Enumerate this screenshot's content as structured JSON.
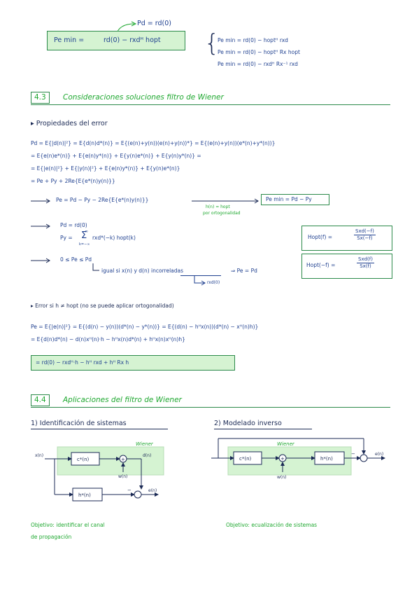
{
  "top": {
    "pd_label": "Pd = rd(0)",
    "box_lhs": "Pe min =",
    "box_rhs": "rd(0) − rxdᴴ hopt",
    "alt1": "Pe min = rd(0) − hoptᴴ rxd",
    "alt2": "Pe min = rd(0) − hoptᴴ Rx hopt",
    "alt3": "Pe min = rd(0) − rxdᴴ Rx⁻¹ rxd"
  },
  "s43": {
    "number": "4.3",
    "title": "Consideraciones soluciones filtro de Wiener",
    "bullet": "▸ Propiedades del error",
    "l1": "Pd = E{|d(n)|²} = E{d(n)d*(n)} = E{(e(n)+y(n))(e(n)+y(n))*} = E{(e(n)+y(n))(e*(n)+y*(n))}",
    "l2": "= E{e(n)e*(n)} + E{e(n)y*(n)} + E{y(n)e*(n)} + E{y(n)y*(n)} =",
    "l3": "= E{|e(n)|²} + E{|y(n)|²} + E{e(n)y*(n)} + E{y(n)e*(n)}",
    "l4": "= Pe + Py + 2Re{E{e*(n)y(n)}}",
    "a1_lhs": "Pe = Pd − Py − 2Re{E{e*(n)y(n)}}",
    "a1_note1": "h(n) = hopt",
    "a1_note2": "por ortogonalidad",
    "a1_box": "Pe min = Pd − Py",
    "a2_l1": "Pd = rd(0)",
    "a2_l2_lhs": "Py =",
    "a2_sum_top": "∞",
    "a2_sum_sym": "Σ",
    "a2_sum_bot": "k=−∞",
    "a2_l2_rhs": "rxd*(−k) hopt(k)",
    "hopt1_lhs": "Hopt(f) =",
    "hopt1_num": "Sxd(−f)",
    "hopt1_den": "Sx(−f)",
    "hopt2_lhs": "Hopt(−f) =",
    "hopt2_num": "Sxd(f)",
    "hopt2_den": "Sx(f)",
    "a3": "0 ≤ Pe ≤ Pd",
    "a3_note": "igual si x(n) y d(n) incorreladas",
    "a3_result": "⇒ Pe = Pd",
    "a3_sub": "rxd(0)",
    "bullet2": "▸ Error si h ≠ hopt (no se puede aplicar ortogonalidad)",
    "e1": "Pe = E{|e(n)|²} = E{(d(n) − y(n))(d*(n) − y*(n))} = E{(d(n) − hᴴx(n))(d*(n) − xᴴ(n)h)}",
    "e2": "= E{d(n)d*(n) − d(n)xᴴ(n)·h − hᴴx(n)d*(n) + hᴴx(n)xᴴ(n)h}",
    "e3": "= rd(0) − rxdᴴ·h − hᴴ rxd + hᴴ Rx h"
  },
  "s44": {
    "number": "4.4",
    "title": "Aplicaciones del filtro de Wiener",
    "sub1": "1) Identificación de sistemas",
    "sub2": "2) Modelado inverso",
    "d1": {
      "wiener": "Wiener",
      "xin": "x(n)",
      "c": "c*(n)",
      "plus": "+",
      "dn": "d(n)",
      "wn": "w(n)",
      "h": "h*(n)",
      "minus": "−",
      "en": "e(n)"
    },
    "d2": {
      "wiener": "Wiener",
      "c": "c*(n)",
      "plus": "+",
      "wn": "w(n)",
      "h": "h*(n)",
      "minus": "−",
      "en": "e(n)"
    },
    "obj1_l1": "Objetivo: identificar el canal",
    "obj1_l2": "de propagación",
    "obj2": "Objetivo: ecualización de sistemas"
  },
  "colors": {
    "ink_blue": "#1e3f8f",
    "ink_green": "#1fa830",
    "highlight_green": "#d5f3d2"
  }
}
